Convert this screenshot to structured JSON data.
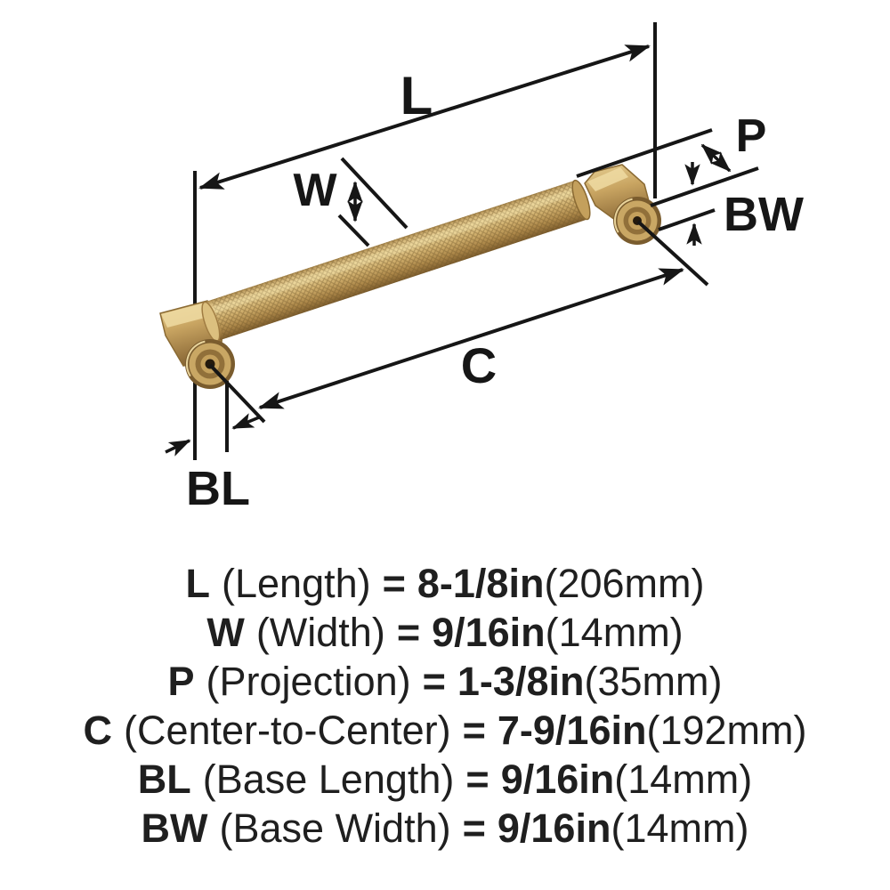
{
  "diagram": {
    "labels": {
      "length": "L",
      "width": "W",
      "projection": "P",
      "base_width": "BW",
      "center_to_center": "C",
      "base_length": "BL"
    },
    "colors": {
      "line": "#161616",
      "brass_light": "#e6cf93",
      "brass_mid": "#c9a764",
      "brass_dark": "#8a6836",
      "brass_deep": "#7a5c2e",
      "screw_hole": "#241a0d",
      "background": "#ffffff"
    }
  },
  "legend": {
    "rows": [
      {
        "code": "L",
        "label": "(Length)",
        "eq": "=",
        "inch": "8-1/8in",
        "mm": "(206mm)"
      },
      {
        "code": "W",
        "label": "(Width)",
        "eq": "=",
        "inch": "9/16in",
        "mm": "(14mm)"
      },
      {
        "code": "P",
        "label": "(Projection)",
        "eq": "=",
        "inch": "1-3/8in",
        "mm": "(35mm)"
      },
      {
        "code": "C",
        "label": "(Center-to-Center)",
        "eq": "=",
        "inch": "7-9/16in",
        "mm": "(192mm)"
      },
      {
        "code": "BL",
        "label": "(Base Length)",
        "eq": "=",
        "inch": "9/16in",
        "mm": "(14mm)"
      },
      {
        "code": "BW",
        "label": "(Base Width)",
        "eq": "=",
        "inch": "9/16in",
        "mm": "(14mm)"
      }
    ]
  }
}
